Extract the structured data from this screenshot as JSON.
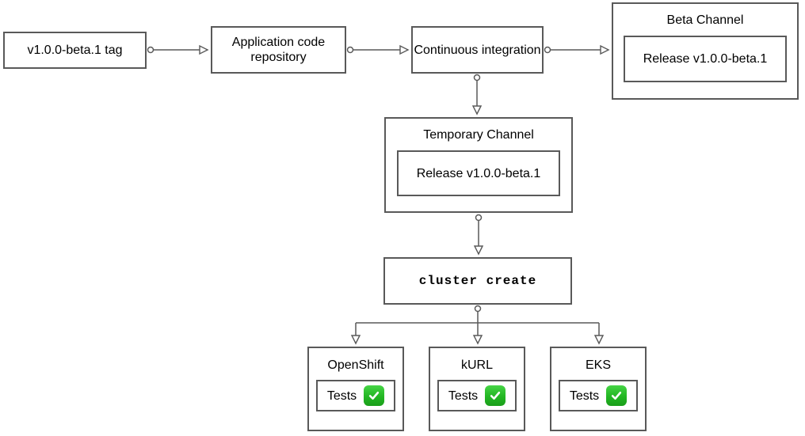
{
  "diagram": {
    "nodes": {
      "tag": {
        "label": "v1.0.0-beta.1 tag"
      },
      "repo": {
        "label": "Application code repository"
      },
      "ci": {
        "label": "Continuous integration"
      },
      "beta_channel": {
        "title": "Beta Channel",
        "release_label": "Release v1.0.0-beta.1"
      },
      "temp_channel": {
        "title": "Temporary Channel",
        "release_label": "Release v1.0.0-beta.1"
      },
      "cluster_create": {
        "label": "cluster create"
      },
      "clusters": [
        {
          "title": "OpenShift",
          "tests_label": "Tests",
          "status_icon": "check-mark-button"
        },
        {
          "title": "kURL",
          "tests_label": "Tests",
          "status_icon": "check-mark-button"
        },
        {
          "title": "EKS",
          "tests_label": "Tests",
          "status_icon": "check-mark-button"
        }
      ]
    },
    "colors": {
      "node_border": "#595959",
      "edge": "#595959",
      "check_green": "#23b623",
      "text": "#000000",
      "background": "#ffffff"
    }
  }
}
